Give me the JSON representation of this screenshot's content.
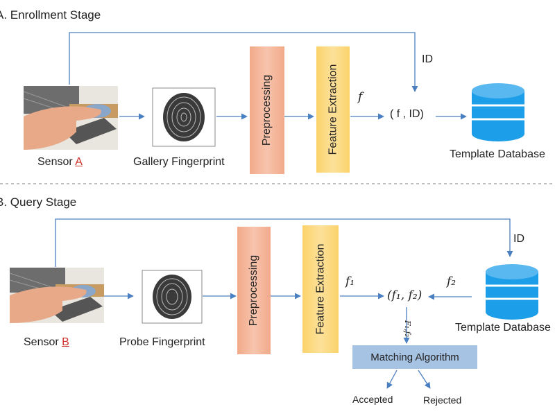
{
  "enrollment": {
    "title": "A.  Enrollment Stage",
    "sensor_prefix": "Sensor ",
    "sensor_letter": "A",
    "fingerprint_label": "Gallery Fingerprint",
    "preprocessing": "Preprocessing",
    "feature_extraction": "Feature Extraction",
    "feature_symbol": "f",
    "pair_label": "( f , ID)",
    "id_label": "ID",
    "database_label": "Template Database"
  },
  "query": {
    "title": "B.  Query Stage",
    "sensor_prefix": "Sensor ",
    "sensor_letter": "B",
    "fingerprint_label": "Probe Fingerprint",
    "preprocessing": "Preprocessing",
    "feature_extraction": "Feature Extraction",
    "f1_label": "f₁",
    "f2_label": "f₂",
    "pair_label": "(f₁, f₂)",
    "pair_arrow_label": "F₁,f₂",
    "id_label": "ID",
    "database_label": "Template Database",
    "matching": "Matching Algorithm",
    "accepted": "Accepted",
    "rejected": "Rejected"
  },
  "colors": {
    "arrow": "#4a7fc1",
    "database": "#1d9ee8",
    "preprocessing": "#f2a98a",
    "feature": "#fbd36b",
    "matching": "#a7c3e3",
    "divider": "#999999"
  }
}
